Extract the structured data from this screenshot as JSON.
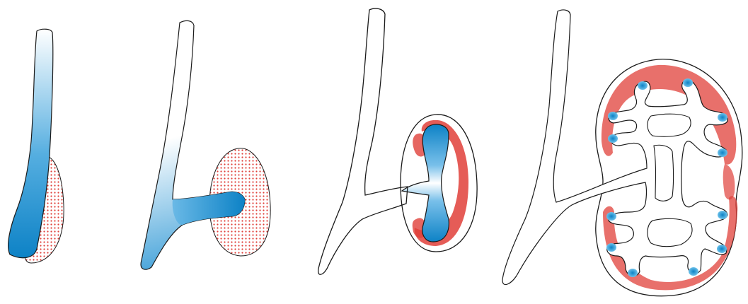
{
  "figure": {
    "stages": [
      {
        "id": "stage-1",
        "bud": "straight-duct",
        "mesenchyme": "dotted-oval"
      },
      {
        "id": "stage-2",
        "bud": "branching-bud",
        "mesenchyme": "dotted-oval"
      },
      {
        "id": "stage-3",
        "bud": "bifurcated-pelvis",
        "mesenchyme": "cap-cells"
      },
      {
        "id": "stage-4",
        "bud": "branched-collecting-system",
        "mesenchyme": "cortical-cap-cells"
      }
    ],
    "colors": {
      "duct_blue": "#1a8fd0",
      "duct_light": "#eaf5fc",
      "mesenchyme_red": "#e0403a",
      "outline": "#1a1a1a"
    }
  }
}
